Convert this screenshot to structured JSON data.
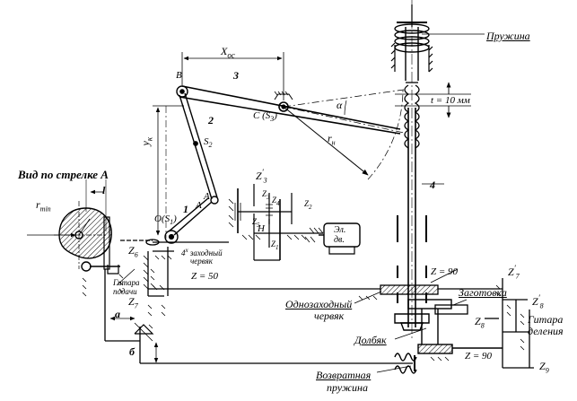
{
  "title": "Вид по стрелке А",
  "parts": {
    "p1": "1",
    "p2": "2",
    "p3": "3",
    "p4": "4",
    "pa": "а",
    "pb": "б",
    "l": "l"
  },
  "points": {
    "A_top": "A",
    "A_left": "A",
    "B": "B",
    "C": "C (S",
    "C_sub": "3",
    "C_close": ")",
    "S2": "S",
    "S2_sub": "2",
    "O1": "O(S",
    "O1_sub": "1",
    "O1_close": ")",
    "H": "H"
  },
  "dims": {
    "xos": "X",
    "xos_sub": "ос",
    "yk": "y",
    "yk_sub": "к",
    "alpha": "α",
    "rn": "r",
    "rn_sub": "н",
    "rmin": "r",
    "rmin_sub": "min",
    "t": "t = 10 мм"
  },
  "gears": {
    "z3p": "Z",
    "z3p_sub": "3",
    "z3p_sup": "′",
    "z3": "Z",
    "z3_sub": "3",
    "z4": "Z",
    "z4_sub": "4",
    "z2": "Z",
    "z2_sub": "2",
    "z5": "Z",
    "z5_sub": "5",
    "z1": "Z",
    "z1_sub": "1",
    "z6": "Z",
    "z6_sub": "6",
    "z7": "Z",
    "z7_sub": "7",
    "z50": "Z = 50",
    "z90a": "Z = 90",
    "z90b": "Z = 90",
    "z7p": "Z",
    "z7p_sub": "7",
    "z7p_sup": "′",
    "z8p": "Z",
    "z8p_sub": "8",
    "z8p_sup": "′",
    "z8": "Z",
    "z8_sub": "8",
    "z9": "Z",
    "z9_sub": "9"
  },
  "labels": {
    "spring": "Пружина",
    "motor_1": "Эл.",
    "motor_2": "дв.",
    "worm4_pre": "4",
    "worm4_x": "х",
    "worm4_1": "заходный",
    "worm4_2": "червяк",
    "feed_guitar_1": "Гитара",
    "feed_guitar_2": "подачи",
    "single_worm_1": "Однозаходный",
    "single_worm_2": "червяк",
    "blank": "Заготовка",
    "cutter": "Долбяк",
    "div_guitar_1": "Гитара",
    "div_guitar_2": "деления",
    "return_spring_1": "Возвратная",
    "return_spring_2": "пружина"
  }
}
